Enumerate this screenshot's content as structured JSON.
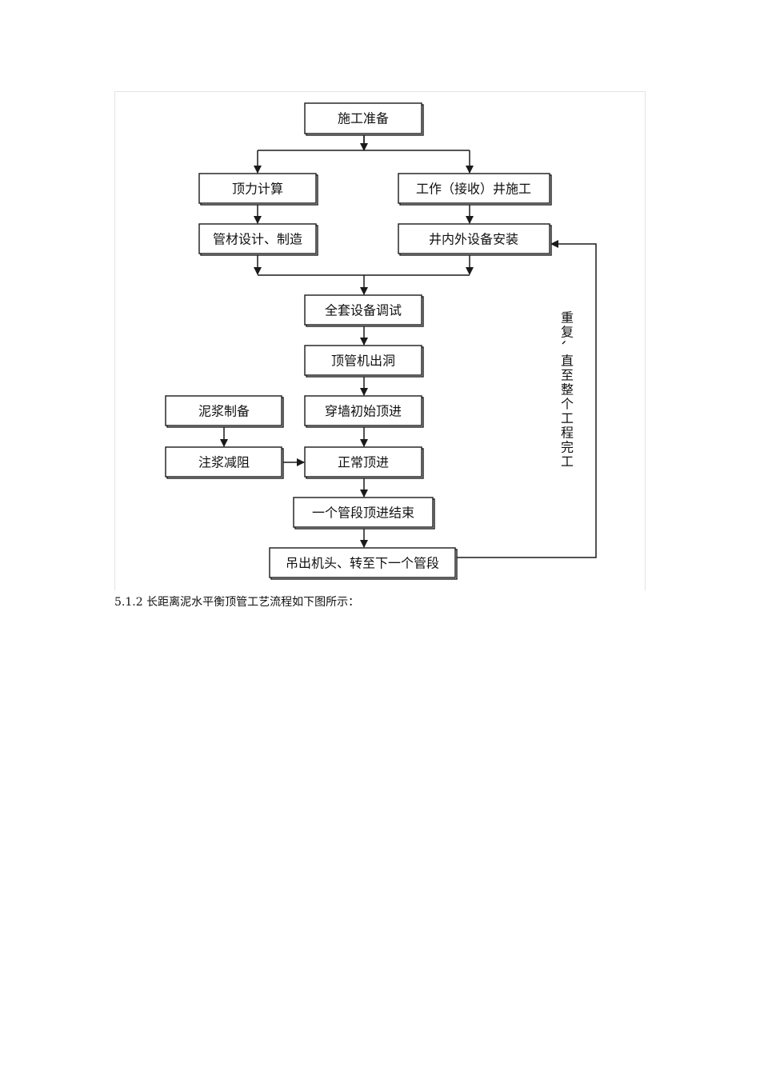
{
  "diagram": {
    "nodes": {
      "prep": "施工准备",
      "jacking_calc": "顶力计算",
      "shaft_build": "工作（接收）井施工",
      "pipe_design": "管材设计、制造",
      "equip_install": "井内外设备安装",
      "debug": "全套设备调试",
      "exit_hole": "顶管机出洞",
      "wall_jack": "穿墙初始顶进",
      "mud_prep": "泥浆制备",
      "grout": "注浆减阻",
      "normal_jack": "正常顶进",
      "section_end": "一个管段顶进结束",
      "lift_out": "吊出机头、转至下一个管段"
    },
    "loop_note": "重复、直至整个工程完工"
  },
  "caption": "5.1.2 长距离泥水平衡顶管工艺流程如下图所示："
}
